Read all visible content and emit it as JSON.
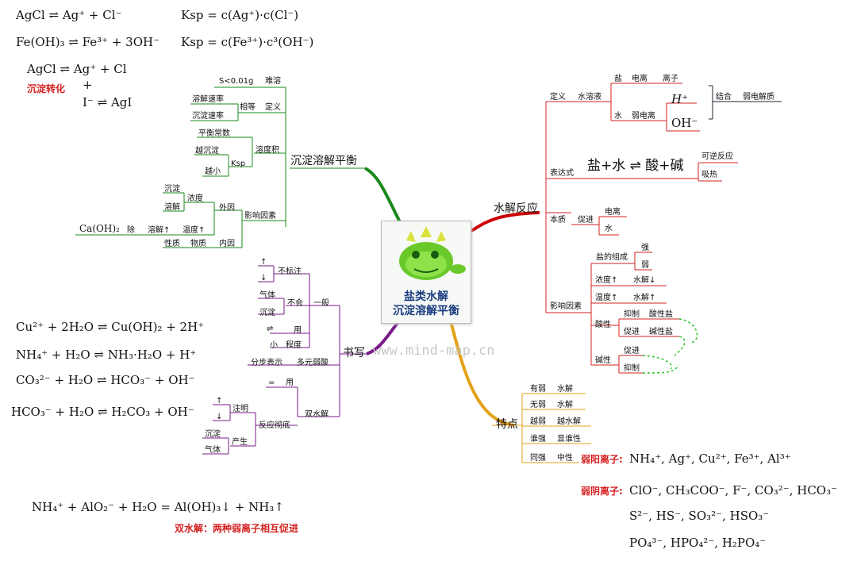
{
  "center": {
    "line1": "盐类水解",
    "line2": "沉淀溶解平衡"
  },
  "watermark": "www.mind-map.cn",
  "labels": {
    "conversion": "沉淀转化",
    "double_note": "双水解：两种弱离子相互促进"
  },
  "top_formulas": [
    "AgCl ⇌ Ag⁺ + Cl⁻",
    "Ksp = c(Ag⁺)·c(Cl⁻)",
    "Fe(OH)₃ ⇌ Fe³⁺ + 3OH⁻",
    "Ksp = c(Fe³⁺)·c³(OH⁻)",
    "AgCl ⇌ Ag⁺ + Cl",
    "+",
    "I⁻ ⇌ AgI"
  ],
  "green": {
    "root": "沉淀溶解平衡",
    "s_threshold": "S<0.01g",
    "insoluble": "难溶",
    "definition": "定义",
    "equal": "相等",
    "dissolution_rate": "溶解速率",
    "precipitation_rate": "沉淀速率",
    "solubility_product": "溶度积",
    "equilibrium_constant": "平衡常数",
    "ksp": "Ksp",
    "more_precipitation": "越沉淀",
    "smaller": "越小",
    "factors": "影响因素",
    "external": "外因",
    "internal": "内因",
    "substance": "物质",
    "nature": "性质",
    "concentration": "浓度",
    "precip_word": "沉淀",
    "dissolve_word": "溶解",
    "temperature_up": "温度↑",
    "dissolution_up": "溶解↑",
    "except": "除",
    "caoh2": "Ca(OH)₂"
  },
  "red": {
    "root": "水解反应",
    "definition": "定义",
    "aqueous": "水溶液",
    "salt": "盐",
    "ionize": "电离",
    "ion": "离子",
    "water": "水",
    "weak_ionize": "弱电离",
    "h_plus": "H⁺",
    "oh_minus": "OH⁻",
    "combine": "结合",
    "weak_electrolyte": "弱电解质",
    "expression": "表达式",
    "equation": "盐+水 ⇌ 酸+碱",
    "reversible": "可逆反应",
    "endothermic": "吸热",
    "essence": "本质",
    "promote": "促进",
    "ionization": "电离",
    "water2": "水",
    "factors": "影响因素",
    "salt_composition": "盐的组成",
    "strong": "强",
    "weak": "弱",
    "conc_up": "浓度↑",
    "hyd_down": "水解↓",
    "temp_up": "温度↑",
    "hyd_up": "水解↑",
    "acidic": "酸性",
    "inhibit": "抑制",
    "acid_salt": "酸性盐",
    "promote2": "促进",
    "basic_salt": "碱性盐",
    "basic": "碱性",
    "promote3": "促进",
    "inhibit2": "抑制"
  },
  "purple": {
    "root": "书写",
    "general": "一般",
    "not_marked": "不标注",
    "up_arrow": "↑",
    "down_arrow": "↓",
    "no": "不会",
    "gas": "气体",
    "precipitate": "沉淀",
    "use": "用",
    "rev_arrow": "⇌",
    "degree": "程度",
    "small": "小",
    "polyprotic": "多元弱酸",
    "stepwise": "分步表示",
    "use2": "用",
    "equals": "=",
    "double": "双水解",
    "complete": "反应彻底",
    "note": "注明",
    "up_arrow2": "↑",
    "down_arrow2": "↓",
    "produce": "产生",
    "precipitate2": "沉淀",
    "gas2": "气体"
  },
  "left_formulas": [
    "Cu²⁺ + 2H₂O ⇌ Cu(OH)₂ + 2H⁺",
    "NH₄⁺ + H₂O ⇌ NH₃·H₂O + H⁺",
    "CO₃²⁻ + H₂O ⇌ HCO₃⁻ + OH⁻",
    "HCO₃⁻ + H₂O ⇌ H₂CO₃ + OH⁻",
    "NH₄⁺ + AlO₂⁻ + H₂O = Al(OH)₃↓ + NH₃↑"
  ],
  "yellow": {
    "root": "特点",
    "r0a": "有弱",
    "r0b": "水解",
    "r1a": "无弱",
    "r1b": "水解",
    "r2a": "越弱",
    "r2b": "越水解",
    "r3a": "谁强",
    "r3b": "显谁性",
    "r4a": "同强",
    "r4b": "中性"
  },
  "ions": {
    "cation_label": "弱阳离子:",
    "cations": "NH₄⁺, Ag⁺, Cu²⁺, Fe³⁺, Al³⁺",
    "anion_label": "弱阴离子:",
    "anions_1": "ClO⁻, CH₃COO⁻, F⁻, CO₃²⁻, HCO₃⁻",
    "anions_2": "S²⁻, HS⁻, SO₃²⁻, HSO₃⁻",
    "anions_3": "PO₄³⁻, HPO₄²⁻, H₂PO₄⁻"
  }
}
